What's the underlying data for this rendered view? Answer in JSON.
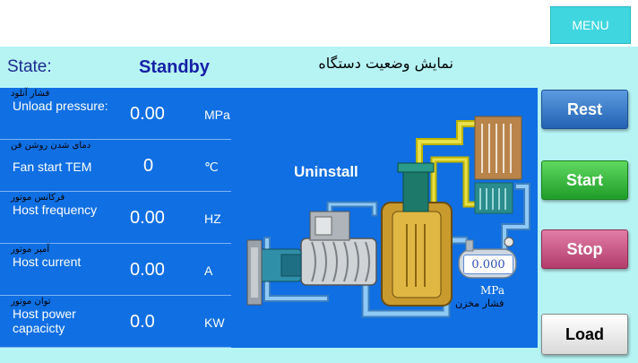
{
  "header": {
    "menu_label": "MENU"
  },
  "status": {
    "label": "State:",
    "value": "Standby",
    "title_fa": "نمایش وضعیت دستگاه"
  },
  "params": [
    {
      "fa": "فشار آنلود",
      "en": "Unload pressure:",
      "value": "0.00",
      "unit": "MPa"
    },
    {
      "fa": "دمای شدن روشن فن",
      "en": "Fan start TEM",
      "value": "0",
      "unit": "℃"
    },
    {
      "fa": "فرکانس موتور",
      "en": "Host frequency",
      "value": "0.00",
      "unit": "HZ"
    },
    {
      "fa": "آمپر موتور",
      "en": "Host current",
      "value": "0.00",
      "unit": "A"
    },
    {
      "fa": "توان موتور",
      "en": "Host power capacicty",
      "value": "0.0",
      "unit": "KW"
    }
  ],
  "diagram": {
    "status_text": "Uninstall",
    "tank_pressure": "0.000",
    "tank_unit": "MPa",
    "tank_label_fa": "فشار مخزن"
  },
  "buttons": {
    "rest": "Rest",
    "start": "Start",
    "stop": "Stop",
    "load": "Load"
  },
  "colors": {
    "panel_blue": "#0f6fe3",
    "light_cyan": "#b6f4f4",
    "menu_cyan": "#3fd6df",
    "rest_blue": "#2362b3",
    "start_green": "#1f9d29",
    "stop_pink": "#b33c6c"
  }
}
